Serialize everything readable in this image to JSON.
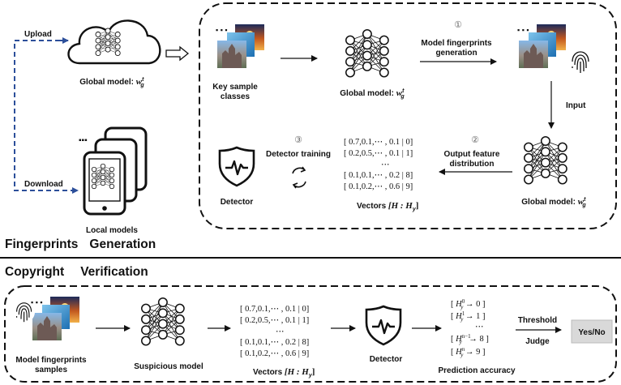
{
  "top": {
    "upload": "Upload",
    "download": "Download",
    "global_model_label": "Global model:",
    "global_model_sym": "w",
    "global_model_sub": "g",
    "global_model_sup": "t",
    "local_models": "Local models",
    "key_sample_1": "Key sample",
    "key_sample_2": "classes",
    "step1_num": "①",
    "step1_1": "Model fingerprints",
    "step1_2": "generation",
    "input": "Input",
    "step2_num": "②",
    "step2_1": "Output feature",
    "step2_2": "distribution",
    "step3_num": "③",
    "detector_training": "Detector training",
    "detector": "Detector",
    "vectors": [
      "[ 0.7,0.1,⋯ , 0.1  |  0]",
      "[ 0.2,0.5,⋯ , 0.1  |  1]",
      "⋯",
      "[ 0.1,0.1,⋯ , 0.2  |  8]",
      "[ 0.1,0.2,⋯ , 0.6  |  9]"
    ],
    "vectors_label": "Vectors",
    "vectors_sym": "[H : H",
    "vectors_sub": "y",
    "vectors_close": "]"
  },
  "section_fp": [
    "Fingerprints",
    "Generation"
  ],
  "section_cv": [
    "Copyright",
    "Verification"
  ],
  "bottom": {
    "samples_1": "Model fingerprints",
    "samples_2": "samples",
    "suspicious": "Suspicious model",
    "vectors": [
      "[ 0.7,0.1,⋯ , 0.1  |  0]",
      "[ 0.2,0.5,⋯ , 0.1  |  1]",
      "⋯",
      "[ 0.1,0.1,⋯ , 0.2  |  8]",
      "[ 0.1,0.2,⋯ , 0.6  |  9]"
    ],
    "vectors_label": "Vectors",
    "vectors_sym": "[H : H",
    "vectors_sub": "y",
    "vectors_close": "]",
    "detector": "Detector",
    "predictions": [
      {
        "sup": "0",
        "val": "0"
      },
      {
        "sup": "1",
        "val": "1"
      },
      {
        "sup": "",
        "val": ""
      },
      {
        "sup": "n−1",
        "val": "8"
      },
      {
        "sup": "n",
        "val": "9"
      }
    ],
    "pred_sym": "H",
    "pred_sub": "y",
    "dots": "⋯",
    "prediction_accuracy": "Prediction accuracy",
    "threshold": "Threshold",
    "judge": "Judge",
    "result": "Yes/No"
  }
}
